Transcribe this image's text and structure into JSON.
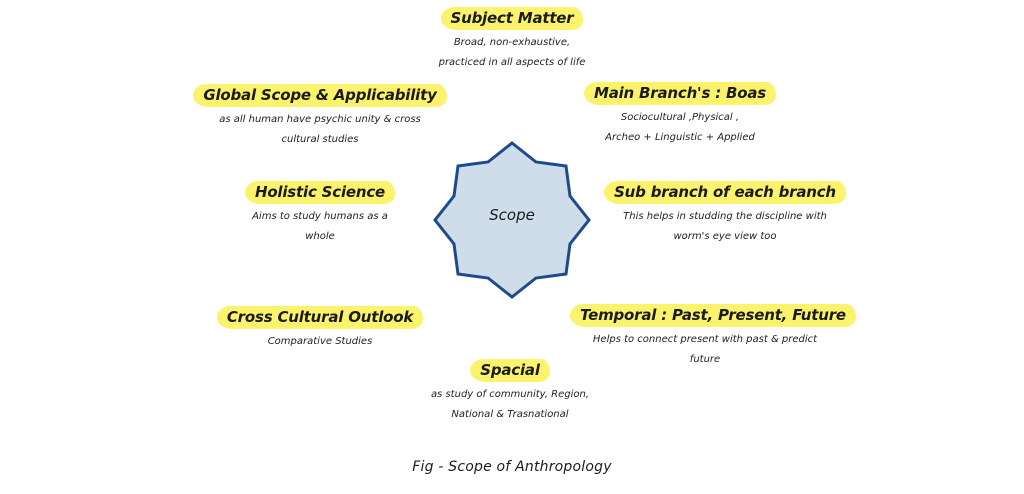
{
  "center": {
    "label": "Scope",
    "fill": "#cfdce9",
    "stroke": "#1f4a8c"
  },
  "highlight_color": "#fbf36b",
  "nodes": {
    "subject_matter": {
      "title": "Subject Matter",
      "desc": "Broad, non-exhaustive,\npracticed in all aspects of life"
    },
    "global_scope": {
      "title": "Global Scope & Applicability",
      "desc": "as all human have psychic unity & cross\ncultural studies"
    },
    "main_branch": {
      "title": "Main Branch's : Boas",
      "desc": "Sociocultural ,Physical ,\nArcheo + Linguistic  + Applied"
    },
    "holistic": {
      "title": "Holistic Science",
      "desc": "Aims to study humans as a\nwhole"
    },
    "sub_branch": {
      "title": "Sub branch of each branch",
      "desc": "This helps in studding the discipline with\nworm's eye view too"
    },
    "cross_cultural": {
      "title": "Cross Cultural Outlook",
      "desc": "Comparative Studies"
    },
    "temporal": {
      "title": "Temporal : Past, Present, Future",
      "desc": "Helps to connect present with past & predict\nfuture"
    },
    "spacial": {
      "title": "Spacial",
      "desc": "as study of community, Region,\nNational & Trasnational"
    }
  },
  "caption": "Fig - Scope of Anthropology"
}
